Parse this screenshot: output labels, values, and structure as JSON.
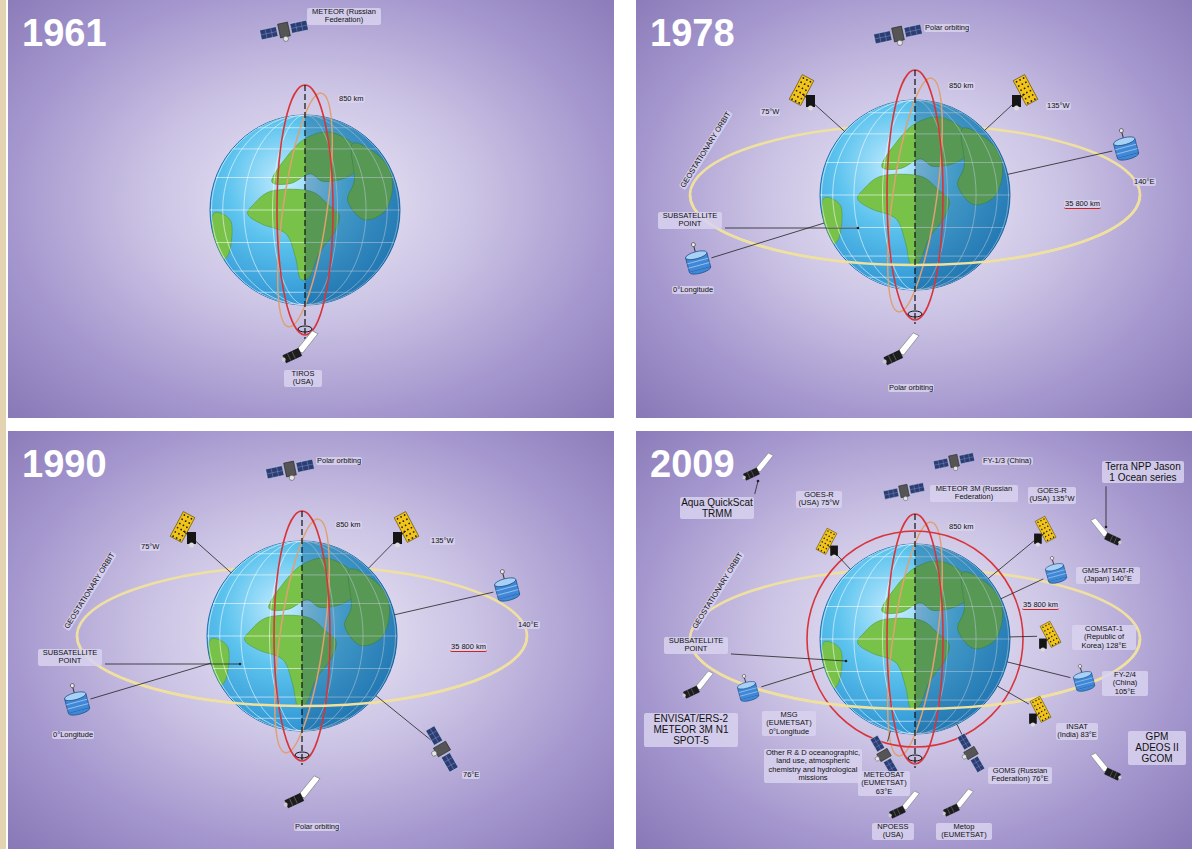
{
  "diagram": {
    "nodes": [
      {
        "text": [
          "1961"
        ]
      },
      {
        "text": [
          "1978"
        ]
      },
      {
        "text": [
          "1990"
        ]
      },
      {
        "text": [
          "2009"
        ]
      }
    ],
    "labels": [
      "METEOR (Russian Federation)",
      "850 km",
      "TIROS (USA)",
      "Polar orbiting",
      "850 km",
      "75°W",
      "135°W",
      "140°E",
      "35 800 km",
      "GEOSTATIONARY ORBIT",
      "SUBSATELLITE POINT",
      "0°Longitude",
      "Polar orbiting",
      "Polar orbiting",
      "850 km",
      "75°W",
      "135°W",
      "140°E",
      "35 800 km",
      "GEOSTATIONARY ORBIT",
      "SUBSATELLITE POINT",
      "0°Longitude",
      "76°E",
      "Polar orbiting",
      "FY-1/3 (China)",
      "METEOR 3M (Russian Federation)",
      "850 km",
      "GOES-R (USA) 75°W",
      "GOES-R (USA) 135°W",
      "Terra NPP Jason 1 Ocean series",
      "Aqua QuickScat TRMM",
      "GEOSTATIONARY ORBIT",
      "SUBSATELLITE POINT",
      "ENVISAT/ERS-2 METEOR 3M N1 SPOT-5",
      "MSG (EUMETSAT) 0°Longitude",
      "Other R & D oceanographic, land use, atmospheric chemistry and hydrological missions",
      "METEOSAT (EUMETSAT) 63°E",
      "NPOESS (USA)",
      "Metop (EUMETSAT)",
      "GOMS (Russian Federation) 76°E",
      "INSAT (India) 83°E",
      "FY-2/4 (China) 105°E",
      "GPM ADEOS II GCOM",
      "COMSAT-1 (Republic of Korea) 128°E",
      "GMS-MTSAT-R (Japan) 140°E",
      "35 800 km"
    ]
  }
}
